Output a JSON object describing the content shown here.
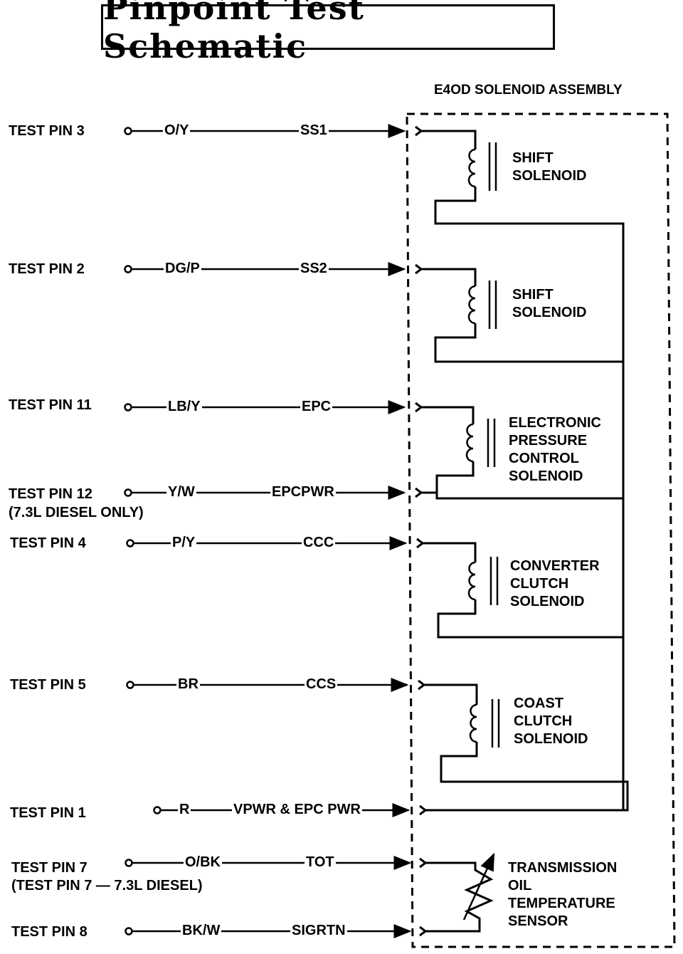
{
  "title": "Pinpoint Test Schematic",
  "assembly_label": "E4OD SOLENOID ASSEMBLY",
  "pins": [
    {
      "label": "TEST PIN  3",
      "wire": "O/Y",
      "signal": "SS1"
    },
    {
      "label": "TEST PIN  2",
      "wire": "DG/P",
      "signal": "SS2"
    },
    {
      "label": "TEST PIN  11",
      "wire": "LB/Y",
      "signal": "EPC"
    },
    {
      "label": "TEST PIN  12",
      "note": "(7.3L DIESEL ONLY)",
      "wire": "Y/W",
      "signal": "EPCPWR"
    },
    {
      "label": "TEST PIN  4",
      "wire": "P/Y",
      "signal": "CCC"
    },
    {
      "label": "TEST PIN  5",
      "wire": "BR",
      "signal": "CCS"
    },
    {
      "label": "TEST PIN  1",
      "wire": "R",
      "signal": "VPWR & EPC PWR"
    },
    {
      "label": "TEST PIN  7",
      "note": "(TEST PIN 7 — 7.3L DIESEL)",
      "wire": "O/BK",
      "signal": "TOT"
    },
    {
      "label": "TEST PIN  8",
      "wire": "BK/W",
      "signal": "SIGRTN"
    }
  ],
  "components": [
    {
      "line1": "SHIFT",
      "line2": "SOLENOID"
    },
    {
      "line1": "SHIFT",
      "line2": "SOLENOID"
    },
    {
      "line1": "ELECTRONIC",
      "line2": "PRESSURE",
      "line3": "CONTROL",
      "line4": "SOLENOID"
    },
    {
      "line1": "CONVERTER",
      "line2": "CLUTCH",
      "line3": "SOLENOID"
    },
    {
      "line1": "COAST",
      "line2": "CLUTCH",
      "line3": "SOLENOID"
    },
    {
      "line1": "TRANSMISSION",
      "line2": "OIL",
      "line3": "TEMPERATURE",
      "line4": "SENSOR"
    }
  ]
}
